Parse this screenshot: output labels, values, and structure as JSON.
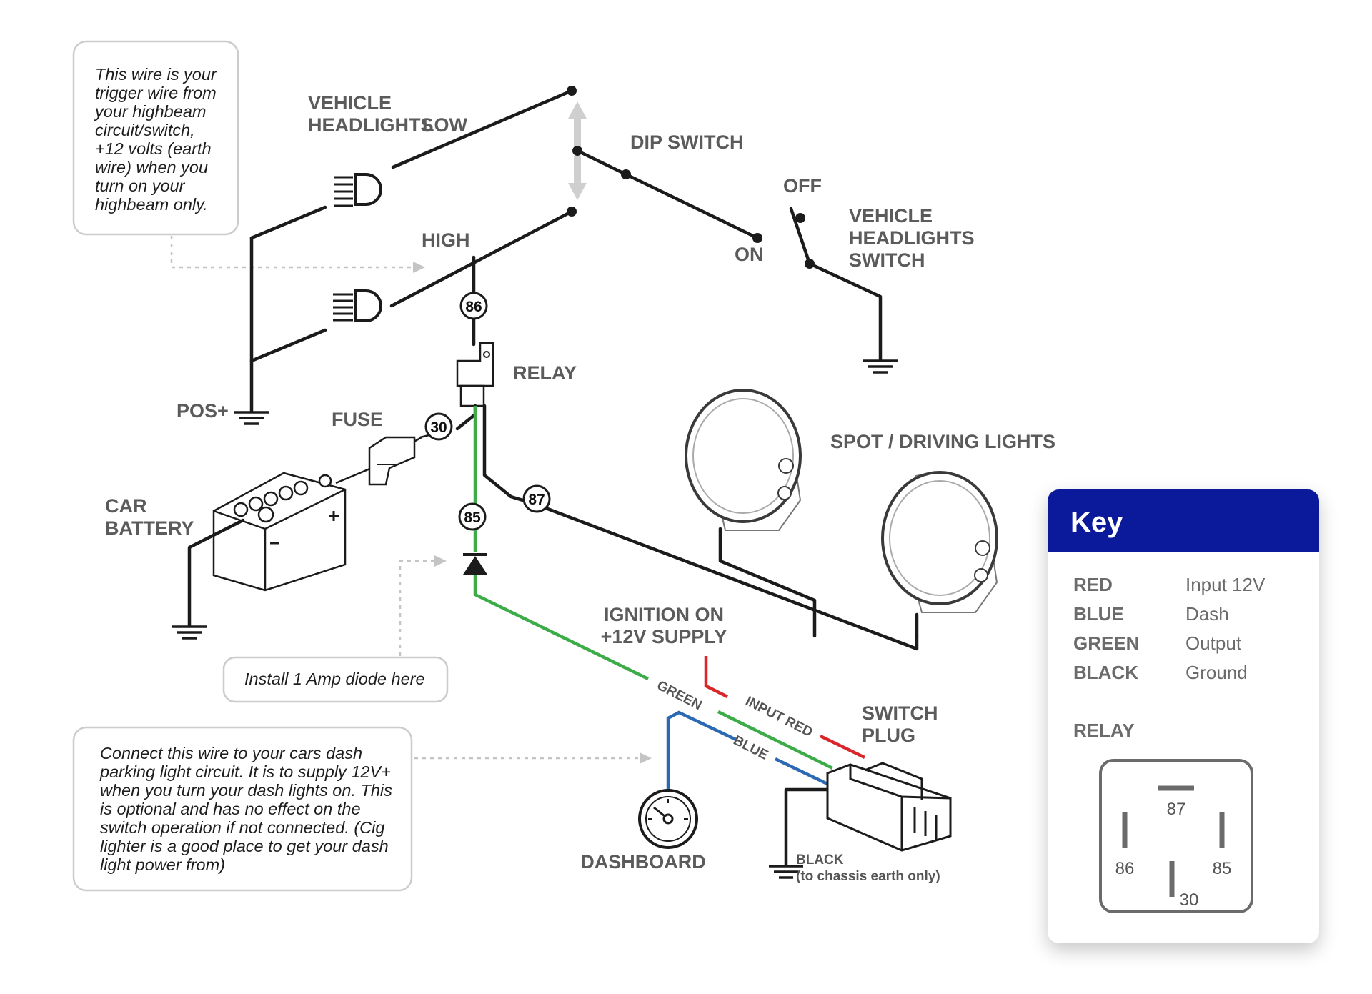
{
  "labels": {
    "vehicle_headlights": [
      "VEHICLE",
      "HEADLIGHTS"
    ],
    "low": "LOW",
    "high": "HIGH",
    "dip_switch": "DIP SWITCH",
    "off": "OFF",
    "on": "ON",
    "headlights_switch": [
      "VEHICLE",
      "HEADLIGHTS",
      "SWITCH"
    ],
    "relay": "RELAY",
    "pos": "POS+",
    "fuse": "FUSE",
    "car_battery": [
      "CAR",
      "BATTERY"
    ],
    "spot_driving_lights": "SPOT / DRIVING LIGHTS",
    "ignition": [
      "IGNITION ON",
      "+12V SUPPLY"
    ],
    "switch_plug": [
      "SWITCH",
      "PLUG"
    ],
    "dashboard": "DASHBOARD",
    "black_wire": [
      "BLACK",
      "(to chassis earth only)"
    ],
    "wire_green": "GREEN",
    "wire_input_red": "INPUT RED",
    "wire_blue": "BLUE"
  },
  "terminals": {
    "t86": "86",
    "t30": "30",
    "t85": "85",
    "t87": "87"
  },
  "notes": {
    "trigger_wire": [
      "This wire is your",
      "trigger wire from",
      "your highbeam",
      "circuit/switch,",
      "+12 volts (earth",
      "wire) when you",
      "turn on your",
      "highbeam only."
    ],
    "diode": "Install 1 Amp diode here",
    "dash_wire": [
      "Connect this wire to your cars dash",
      "parking light circuit. It is to supply 12V+",
      "when you turn your dash lights on. This",
      "is optional and has no effect on the",
      "switch operation if not connected. (Cig",
      "lighter is a good place to get your dash",
      "light power from)"
    ]
  },
  "key": {
    "title": "Key",
    "rows": [
      {
        "color": "RED",
        "meaning": "Input 12V"
      },
      {
        "color": "BLUE",
        "meaning": "Dash"
      },
      {
        "color": "GREEN",
        "meaning": "Output"
      },
      {
        "color": "BLACK",
        "meaning": "Ground"
      }
    ],
    "relay_title": "RELAY",
    "relay_pins": {
      "p87": "87",
      "p86": "86",
      "p85": "85",
      "p30": "30"
    }
  },
  "colors": {
    "red": "#d9262b",
    "blue": "#2b6ab3",
    "green": "#3cac48",
    "black": "#1b1b1b",
    "key_header": "#0a1a9a"
  }
}
